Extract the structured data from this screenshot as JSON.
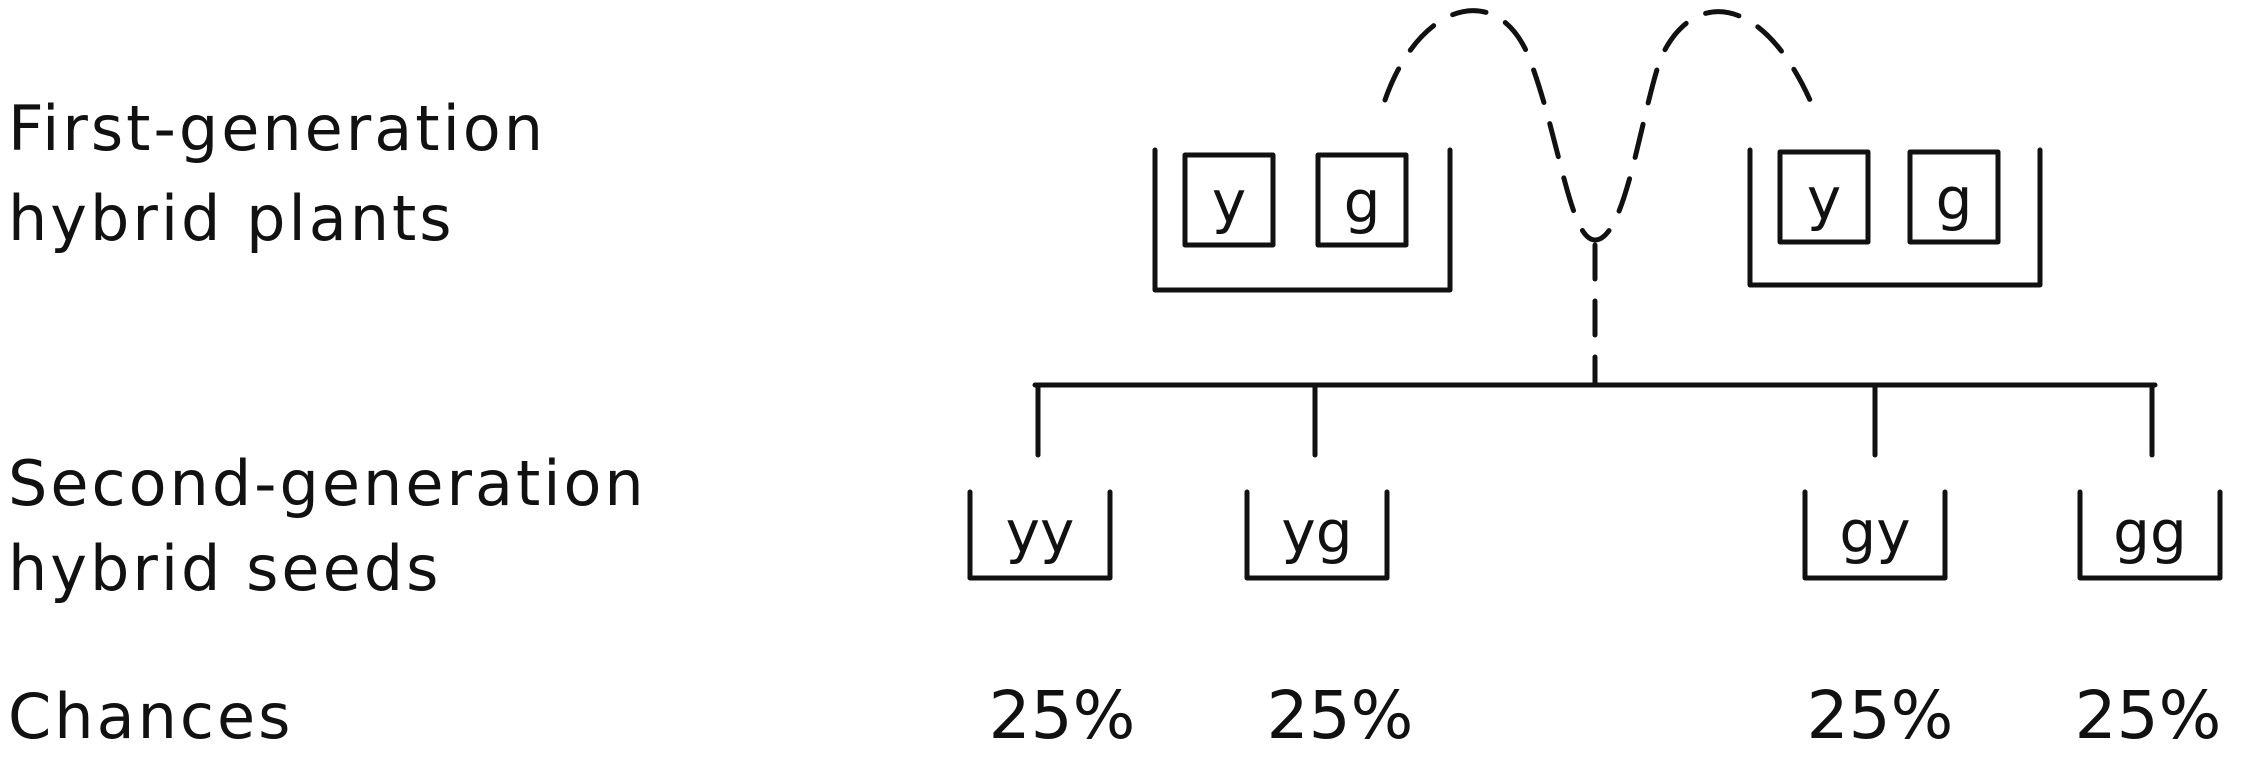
{
  "labels": {
    "first_gen_line1": "First-generation",
    "first_gen_line2": "hybrid plants",
    "second_gen_line1": "Second-generation",
    "second_gen_line2": "hybrid seeds",
    "chances": "Chances"
  },
  "parents": [
    {
      "genes": [
        "y",
        "g"
      ]
    },
    {
      "genes": [
        "y",
        "g"
      ]
    }
  ],
  "offspring": [
    {
      "genotype": "yy",
      "chance": "25%"
    },
    {
      "genotype": "yg",
      "chance": "25%"
    },
    {
      "genotype": "gy",
      "chance": "25%"
    },
    {
      "genotype": "gg",
      "chance": "25%"
    }
  ]
}
